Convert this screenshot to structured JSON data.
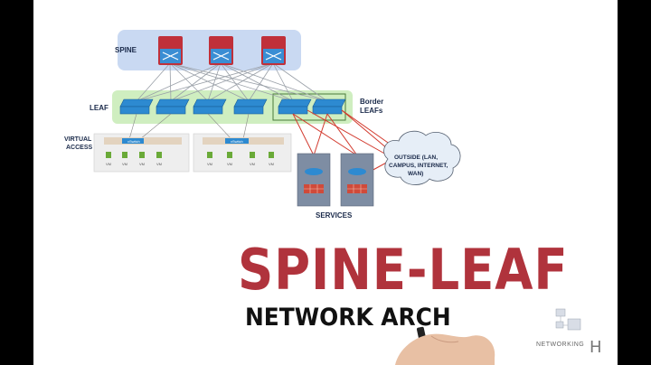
{
  "labels": {
    "spine": "SPINE",
    "leaf": "LEAF",
    "border_leafs_line1": "Border",
    "border_leafs_line2": "LEAFs",
    "virtual_access_line1": "VIRTUAL",
    "virtual_access_line2": "ACCESS",
    "services": "SERVICES",
    "outside_line1": "OUTSIDE (LAN,",
    "outside_line2": "CAMPUS, INTERNET,",
    "outside_line3": "WAN)"
  },
  "hosts": {
    "vswitch_label": "vSwitch",
    "vm_label": "VM",
    "vms_per_host": 4
  },
  "title": "SPINE-LEAF",
  "subtitle": "NETWORK ARCH",
  "brand": {
    "text": "NETWORKING",
    "letter": "H"
  },
  "colors": {
    "spine_band": "#c9d9f2",
    "leaf_band": "#cfeec0",
    "spine_switch": "#c0303a",
    "leaf_switch": "#2d8ad1",
    "title": "#b0333c",
    "red_link": "#d23a2e"
  }
}
